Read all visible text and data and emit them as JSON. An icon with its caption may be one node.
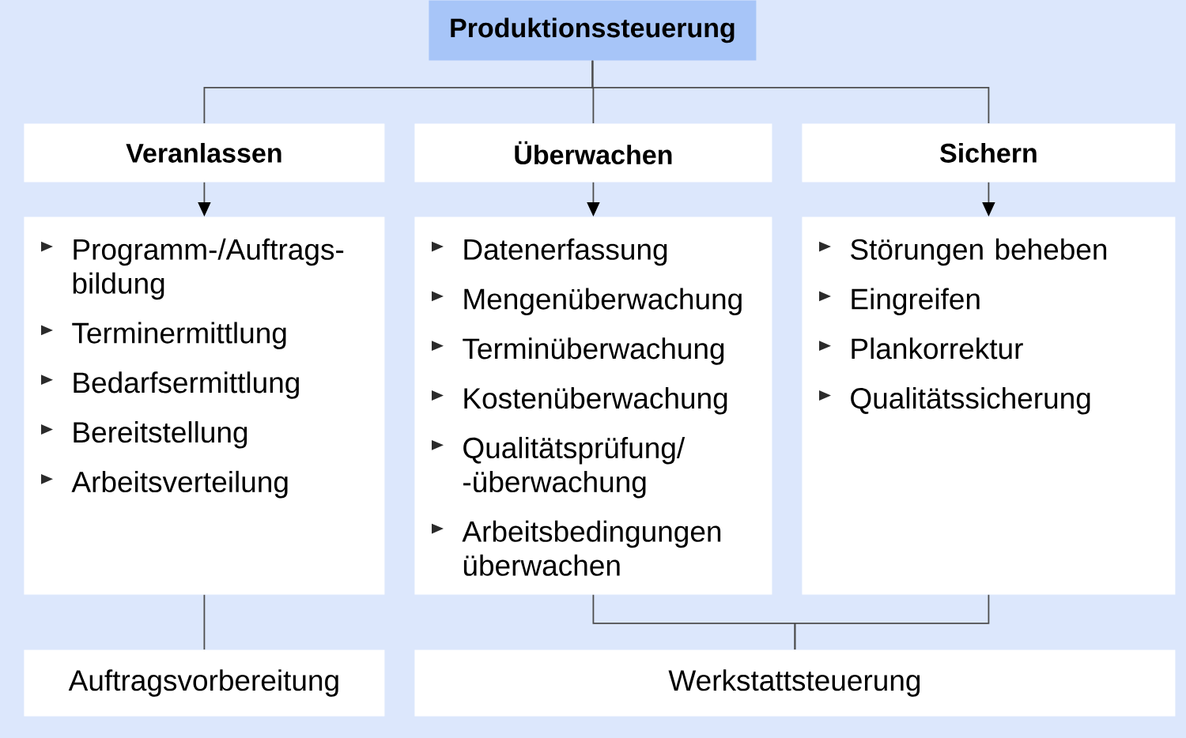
{
  "diagram": {
    "nodes": [
      {
        "text": [
          "Produktionssteuerung"
        ]
      },
      {
        "text": [
          "Veranlassen"
        ]
      },
      {
        "text": [
          "Überwachen"
        ]
      },
      {
        "text": [
          "Sichern"
        ]
      },
      {
        "text": [
          "Programm-/Auftrags- bildung",
          "Terminermittlung",
          "Bedarfsermittlung",
          "Bereitstellung",
          "Arbeitsverteilung"
        ]
      },
      {
        "text": [
          "Datenerfassung",
          "Mengenüberwachung",
          "Terminüberwachung",
          "Kostenüberwachung",
          "Qualitätsprüfung/ -überwachung",
          "Arbeitsbedingungen überwachen"
        ]
      },
      {
        "text": [
          "Störungen beheben",
          "Eingreifen",
          "Plankorrektur",
          "Qualitätssicherung"
        ]
      },
      {
        "text": [
          "Auftragsvorbereitung"
        ]
      },
      {
        "text": [
          "Werkstattsteuerung"
        ]
      }
    ],
    "edges": [
      {
        "from": 0,
        "to": 1,
        "arrow": "none"
      },
      {
        "from": 0,
        "to": 2,
        "arrow": "none"
      },
      {
        "from": 0,
        "to": 3,
        "arrow": "none"
      },
      {
        "from": 1,
        "to": 4,
        "arrow": "to"
      },
      {
        "from": 2,
        "to": 5,
        "arrow": "to"
      },
      {
        "from": 3,
        "to": 6,
        "arrow": "to"
      },
      {
        "from": 4,
        "to": 7,
        "arrow": "none"
      },
      {
        "from": 5,
        "to": 8,
        "arrow": "none"
      },
      {
        "from": 6,
        "to": 8,
        "arrow": "none"
      }
    ]
  }
}
